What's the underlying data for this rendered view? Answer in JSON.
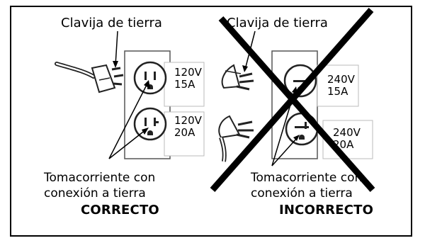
{
  "labels": {
    "plug_left": "Clavija de tierra",
    "plug_right": "Clavija de tierra",
    "outlet_left_line1": "Tomacorriente con",
    "outlet_left_line2": "conexión a tierra",
    "outlet_right_line1": "Tomacorriente con",
    "outlet_right_line2": "conexión a tierra",
    "correct": "CORRECTO",
    "incorrect": "INCORRECTO"
  },
  "ratings": {
    "left_top": "120V\n15A",
    "left_bottom": "120V\n20A",
    "right_top": "240V\n15A",
    "right_bottom": "240V\n20A"
  }
}
